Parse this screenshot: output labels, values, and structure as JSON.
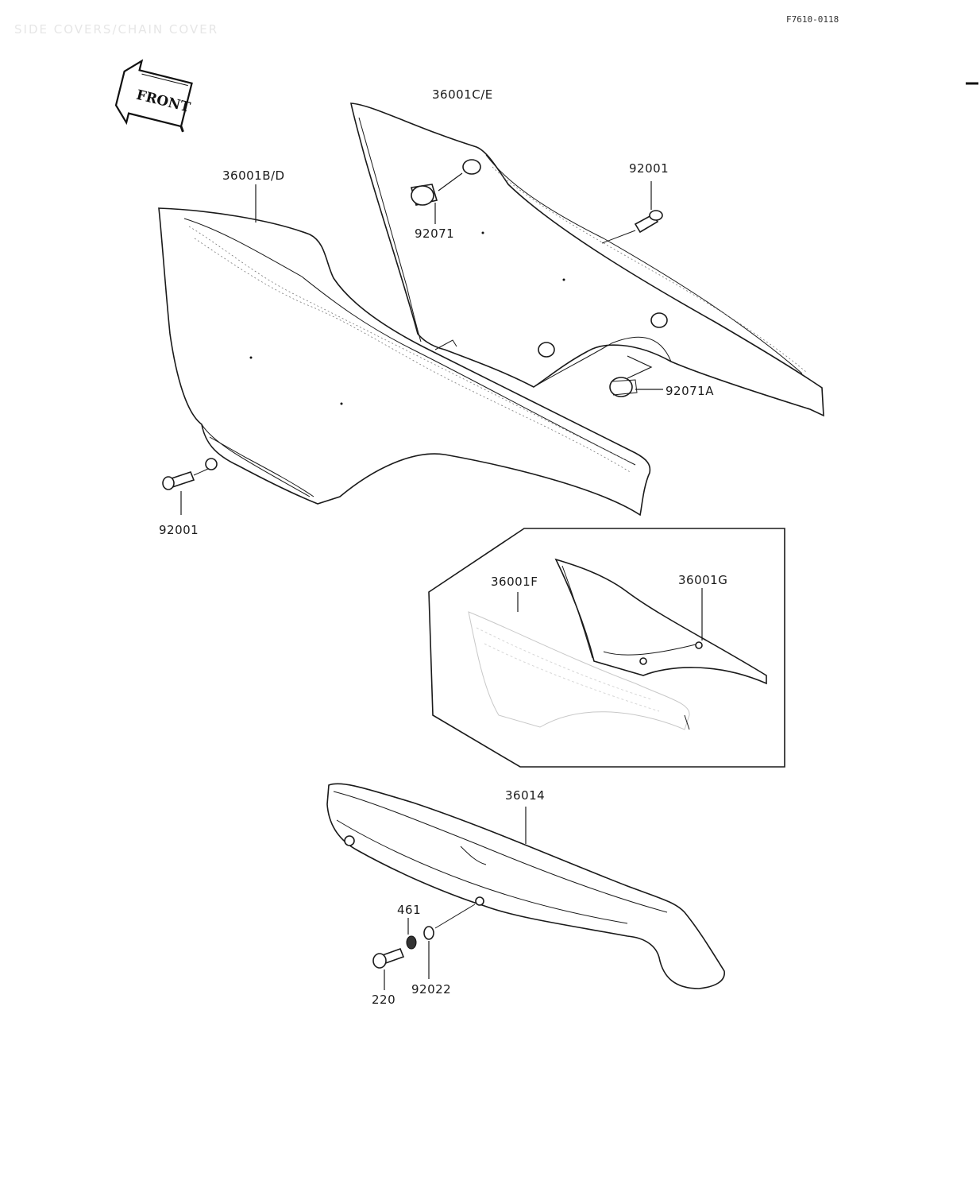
{
  "diagram_code": "F7610-0118",
  "header_faded_title": "SIDE COVERS/CHAIN COVER",
  "front_badge": "FRONT",
  "callouts": {
    "p36001ce": "36001C/E",
    "p92001_top": "92001",
    "p36001bd": "36001B/D",
    "p92071": "92071",
    "p92071a": "92071A",
    "p92001_left": "92001",
    "p36001f": "36001F",
    "p36001g": "36001G",
    "p36014": "36014",
    "p461": "461",
    "p220": "220",
    "p92022": "92022"
  }
}
